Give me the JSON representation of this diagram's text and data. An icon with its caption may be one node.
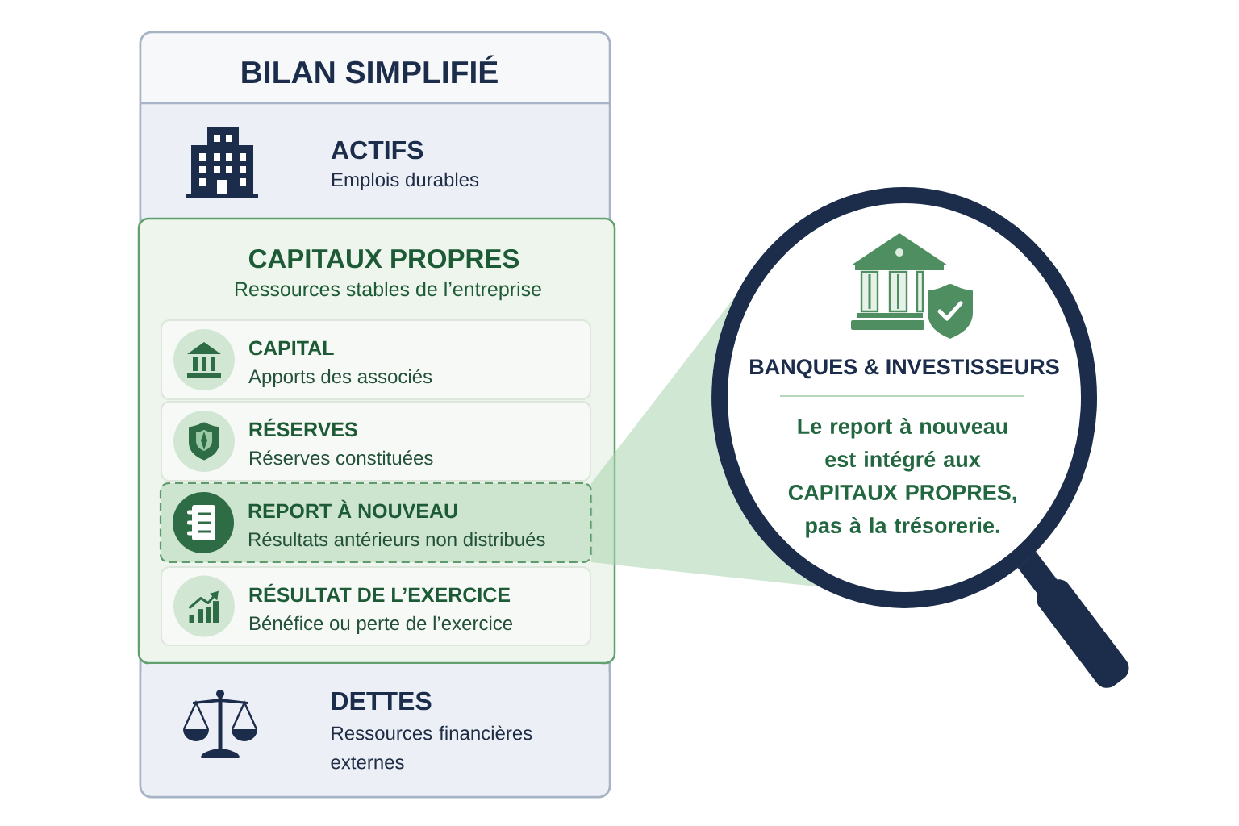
{
  "diagram": {
    "title": "BILAN SIMPLIFIÉ",
    "nodes": [
      {
        "text": [
          "ACTIFS",
          "Emplois durables"
        ]
      },
      {
        "text": [
          "CAPITAUX PROPRES",
          "Ressources stables de l’entreprise"
        ]
      },
      {
        "text": [
          "CAPITAL",
          "Apports des associés"
        ],
        "in": 1
      },
      {
        "text": [
          "RÉSERVES",
          "Réserves constituées"
        ],
        "in": 1
      },
      {
        "text": [
          "REPORT À NOUVEAU",
          "Résultats antérieurs non distribués"
        ],
        "in": 1
      },
      {
        "text": [
          "RÉSULTAT DE L’EXERCICE",
          "Bénéfice ou perte de l’exercice"
        ],
        "in": 1
      },
      {
        "text": [
          "DETTES",
          "Ressources financières externes"
        ]
      },
      {
        "text": [
          "BANQUES & INVESTISSEURS",
          "Le report à nouveau est intégré aux CAPITAUX PROPRES, pas à la trésorerie."
        ]
      }
    ],
    "edges": [
      {
        "from": 4,
        "to": 7,
        "arrow": "none"
      }
    ]
  }
}
